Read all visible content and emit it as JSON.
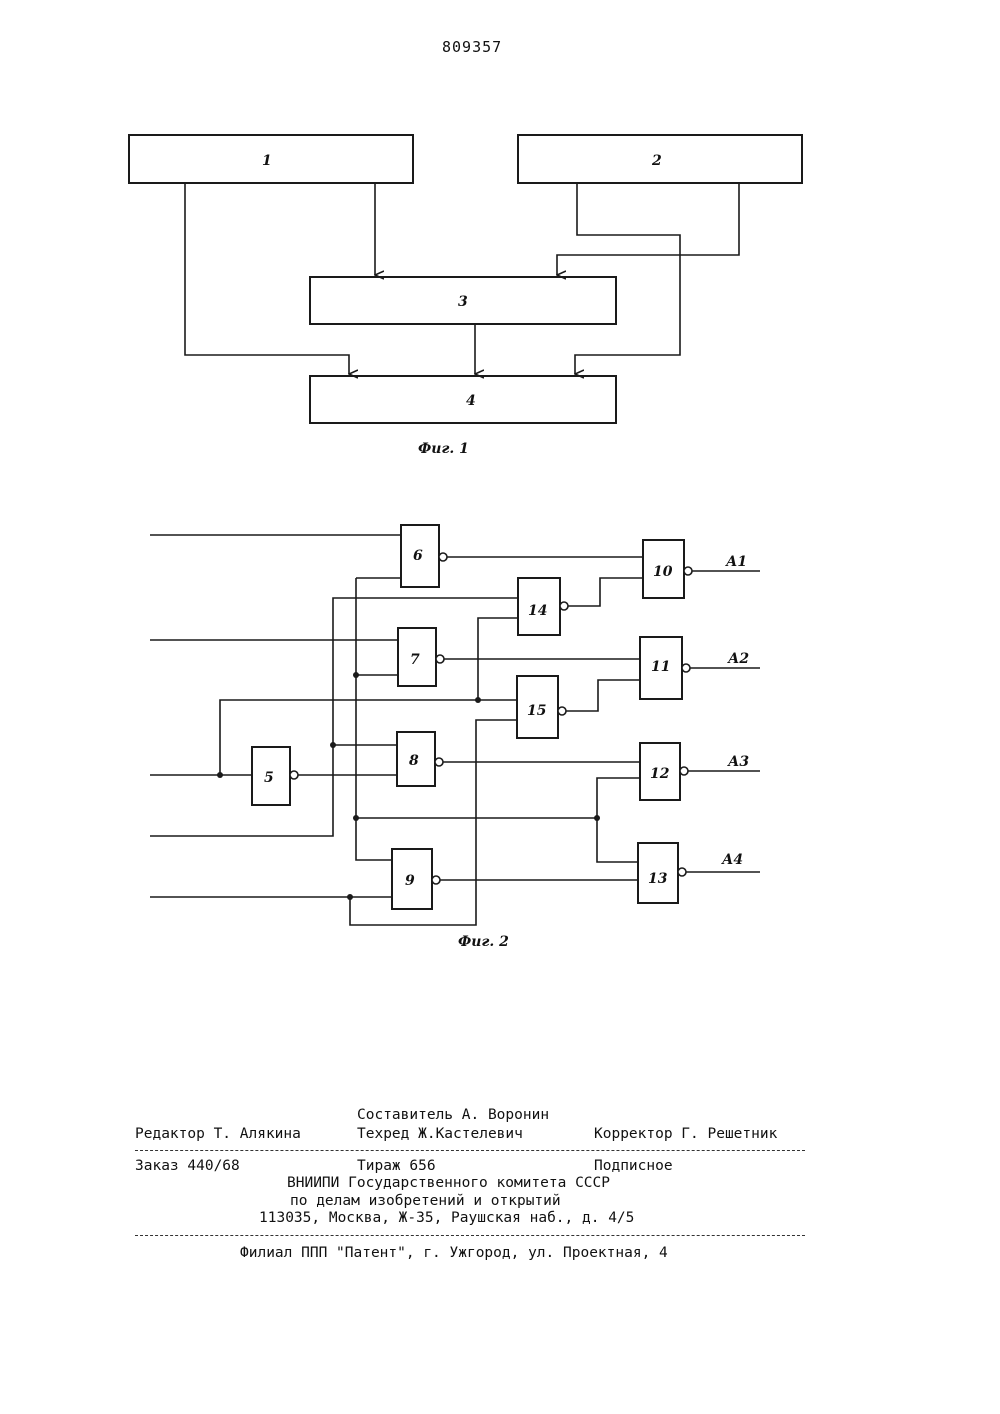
{
  "document": {
    "page_number": "809357",
    "figure1": {
      "caption": "Фиг. 1",
      "blocks": [
        "1",
        "2",
        "3",
        "4"
      ]
    },
    "figure2": {
      "caption": "Фиг. 2",
      "blocks": [
        "5",
        "6",
        "7",
        "8",
        "9",
        "10",
        "11",
        "12",
        "13",
        "14",
        "15"
      ],
      "outputs": [
        "А1",
        "А2",
        "А3",
        "А4"
      ]
    },
    "colophon": {
      "compiler": "Составитель А. Воронин",
      "editor": "Редактор Т. Алякина",
      "techred": "Техред Ж.Кастелевич",
      "corrector": "Корректор Г. Решетник",
      "order": "Заказ 440/68",
      "circulation": "Тираж 656",
      "subscription": "Подписное",
      "org1": "ВНИИПИ Государственного комитета СССР",
      "org2": "по делам изобретений и открытий",
      "address": "113035, Москва, Ж-35, Раушская наб., д. 4/5",
      "branch": "Филиал ППП \"Патент\", г. Ужгород, ул. Проектная, 4"
    }
  }
}
